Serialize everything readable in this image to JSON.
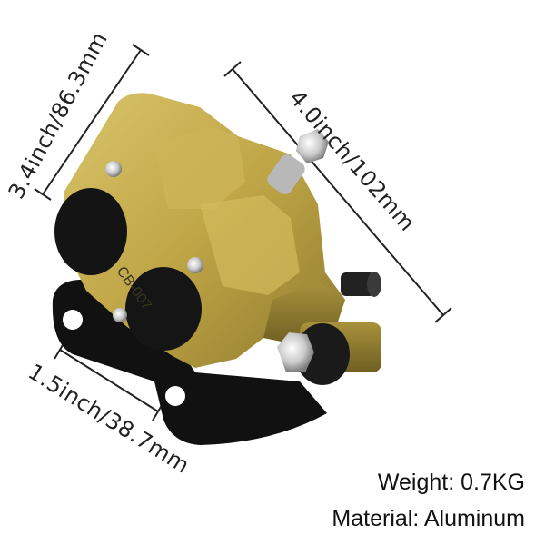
{
  "dimensions": {
    "height": "3.4inch/86.3mm",
    "length": "4.0inch/102mm",
    "mount_spacing": "1.5inch/38.7mm"
  },
  "specs": {
    "weight": "Weight: 0.7KG",
    "material": "Material: Aluminum"
  },
  "product": {
    "part_marking": "CB-007",
    "caliper_color": "#c2a84a",
    "bracket_color": "#111111"
  }
}
